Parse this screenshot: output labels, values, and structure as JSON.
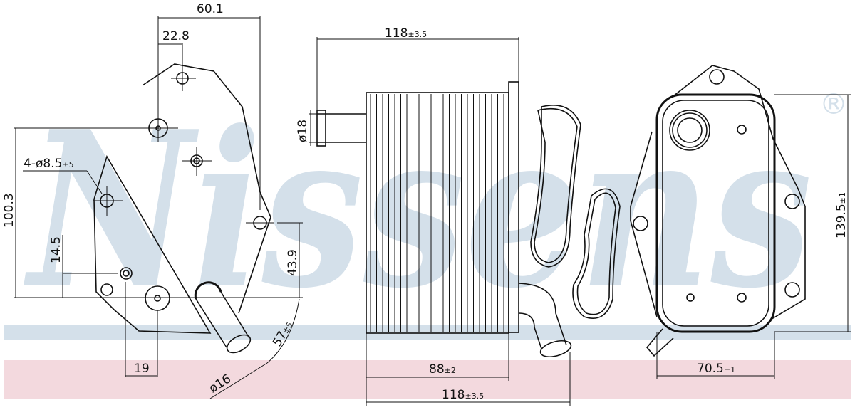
{
  "brand": {
    "watermark": "Nissens",
    "registered_mark": "®"
  },
  "colors": {
    "watermark_blue": "#d4e0ea",
    "band_pink": "#f3d9de",
    "line": "#111111"
  },
  "left_view": {
    "dim_60_1": "60.1",
    "dim_22_8": "22.8",
    "holes_label": "4-ø8.5",
    "holes_tol": "±5",
    "dim_100_3": "100.3",
    "dim_14_5": "14.5",
    "dim_43_9": "43.9",
    "dim_19": "19",
    "pipe_diameter": "ø16",
    "pipe_length": "57",
    "pipe_length_tol": "±5"
  },
  "side_view": {
    "top_length": "118",
    "top_length_tol": "±3.5",
    "inlet_diameter": "ø18",
    "core_length": "88",
    "core_length_tol": "±2",
    "bottom_length": "118",
    "bottom_length_tol": "±3.5"
  },
  "front_view": {
    "height": "139.5",
    "height_tol": "±1",
    "width": "70.5",
    "width_tol": "±1"
  }
}
